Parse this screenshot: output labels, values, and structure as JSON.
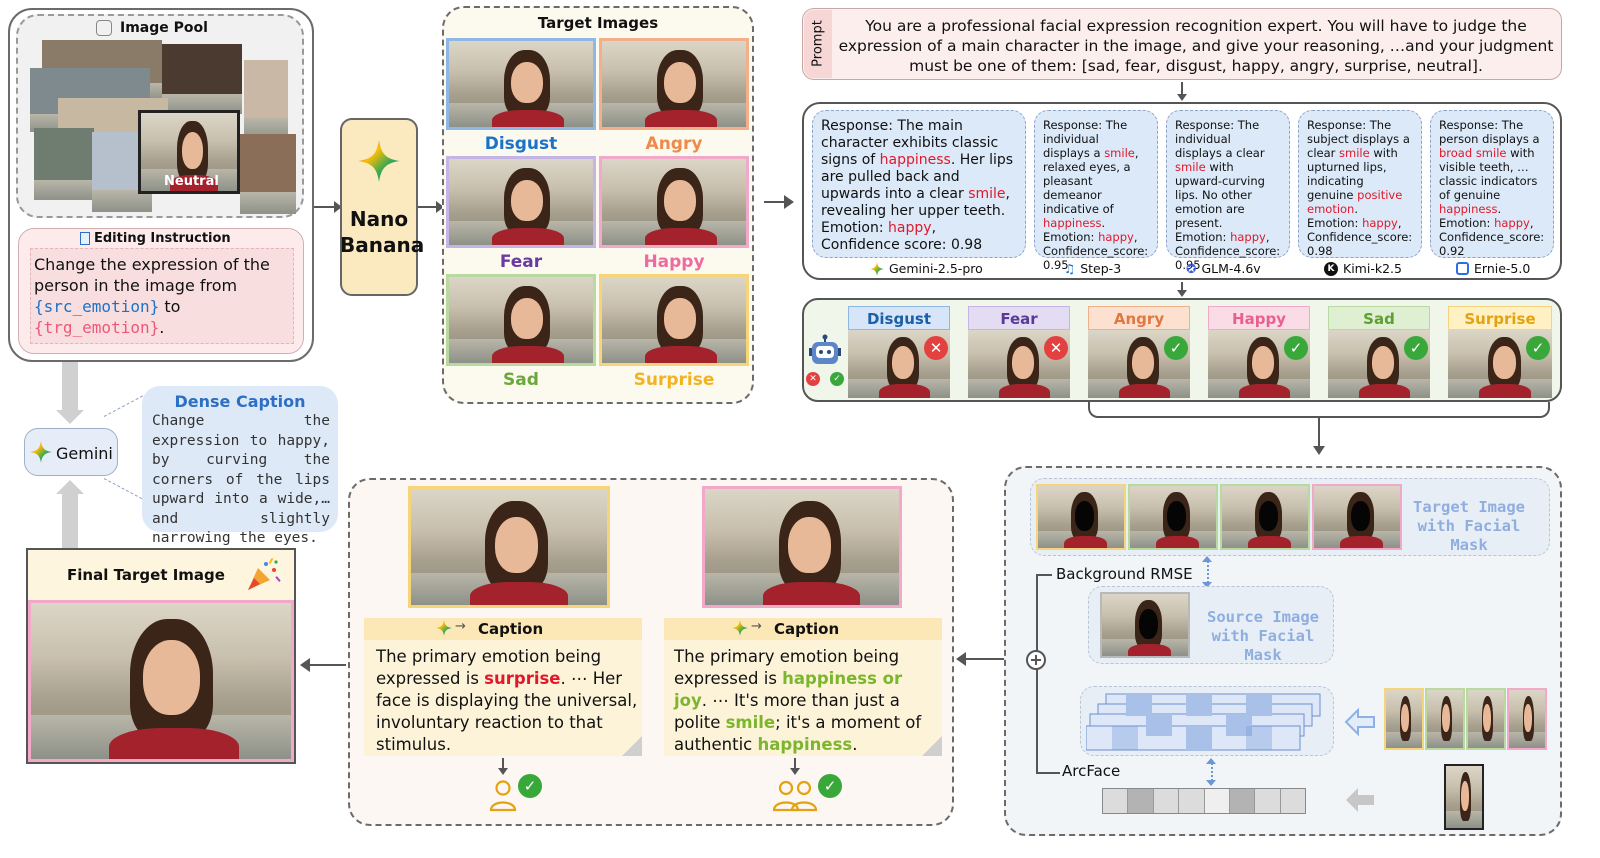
{
  "image_pool": {
    "title": "Image Pool",
    "neutral_label": "Neutral"
  },
  "editing_instruction": {
    "title": "Editing Instruction",
    "text_1": "Change the expression of the person in the image from ",
    "src": "{src_emotion}",
    "text_2": " to ",
    "trg": "{trg_emotion}",
    "text_3": "."
  },
  "nano_banana": {
    "label_1": "Nano",
    "label_2": "Banana"
  },
  "target_images": {
    "title": "Target Images",
    "items": [
      {
        "label": "Disgust",
        "color": "#1b72c9"
      },
      {
        "label": "Angry",
        "color": "#ee8a4a"
      },
      {
        "label": "Fear",
        "color": "#6a3aa0"
      },
      {
        "label": "Happy",
        "color": "#ef6aa0"
      },
      {
        "label": "Sad",
        "color": "#6aa83a"
      },
      {
        "label": "Surprise",
        "color": "#f2b322"
      }
    ]
  },
  "prompt": {
    "tag": "Prompt",
    "text": "You are a professional facial expression recognition expert. You will have to judge the expression of a main character in the image, and give your reasoning, …and your judgment must be one of them: [sad, fear, disgust, happy, angry, surprise, neutral]."
  },
  "responses": [
    {
      "model": "Gemini-2.5-pro",
      "a": "Response: The main character exhibits classic signs of ",
      "h1": "happiness",
      "b": ". Her lips are pulled back and upwards into a clear ",
      "h2": "smile",
      "c": ", revealing her upper teeth.",
      "emotion_label": "Emotion: ",
      "emotion": "happy",
      "confidence": "Confidence score: 0.98"
    },
    {
      "model": "Step-3",
      "a": "Response: The individual displays a ",
      "h1": "smile",
      "b": ", relaxed eyes, a pleasant demeanor indicative of ",
      "h2": "happiness",
      "c": ".",
      "emotion_label": "Emotion: ",
      "emotion": "happy",
      "confidence": "Confidence_score: 0.95"
    },
    {
      "model": "GLM-4.6v",
      "a": "Response: The individual displays a clear ",
      "h1": "smile",
      "b": " with upward-curving lips. No other emotion are present.",
      "h2": "",
      "c": "",
      "emotion_label": "Emotion: ",
      "emotion": "happy",
      "confidence": "Confidence_score: 0.95"
    },
    {
      "model": "Kimi-k2.5",
      "a": "Response: The subject displays a clear ",
      "h1": "smile",
      "b": " with upturned lips, indicating genuine ",
      "h2": "positive emotion",
      "c": ".",
      "emotion_label": "Emotion: ",
      "emotion": "happy",
      "confidence": "Confidence_score: 0.98"
    },
    {
      "model": "Ernie-5.0",
      "a": "Response: The person displays a ",
      "h1": "broad smile",
      "b": " with visible teeth, …classic indicators of genuine ",
      "h2": "happiness",
      "c": ".",
      "emotion_label": "Emotion: ",
      "emotion": "happy",
      "confidence": "Confidence_score: 0.92"
    }
  ],
  "verification": [
    {
      "label": "Disgust",
      "result": "fail",
      "bg": "#d6e6f8",
      "color": "#1b5fa8"
    },
    {
      "label": "Fear",
      "result": "fail",
      "bg": "#e3dcf3",
      "color": "#5a3a98"
    },
    {
      "label": "Angry",
      "result": "pass",
      "bg": "#fce0d0",
      "color": "#e07840"
    },
    {
      "label": "Happy",
      "result": "pass",
      "bg": "#f9dce6",
      "color": "#e8608f"
    },
    {
      "label": "Sad",
      "result": "pass",
      "bg": "#dff0d2",
      "color": "#5f9e30"
    },
    {
      "label": "Surprise",
      "result": "pass",
      "bg": "#fff1c4",
      "color": "#e3a210"
    }
  ],
  "dense_caption": {
    "title": "Dense Caption",
    "text": "Change the expression to happy, by curving the corners of the lips upward into a wide,… and slightly narrowing the eyes."
  },
  "gemini_label": "Gemini",
  "final_target": {
    "title": "Final Target Image"
  },
  "captions": [
    {
      "title": "Caption",
      "a": "The primary emotion being expressed is ",
      "h1": "surprise",
      "b": ". ⋯ Her face is displaying the universal, involuntary reaction to that stimulus.",
      "h2": "",
      "c": "",
      "highlight_color": "#e0192a"
    },
    {
      "title": "Caption",
      "a": "The primary emotion being expressed is ",
      "h1": "happiness or joy",
      "b": ". ⋯ It's more than just a polite ",
      "h2": "smile",
      "c": "; it's a moment of authentic ",
      "h3": "happiness",
      "d": ".",
      "highlight_color": "#7cb52e"
    }
  ],
  "filter_panel": {
    "target_mask_label": "Target Image with Facial Mask",
    "background_rmse": "Background RMSE",
    "source_mask_label": "Source Image with Facial Mask",
    "arcface": "ArcFace"
  }
}
